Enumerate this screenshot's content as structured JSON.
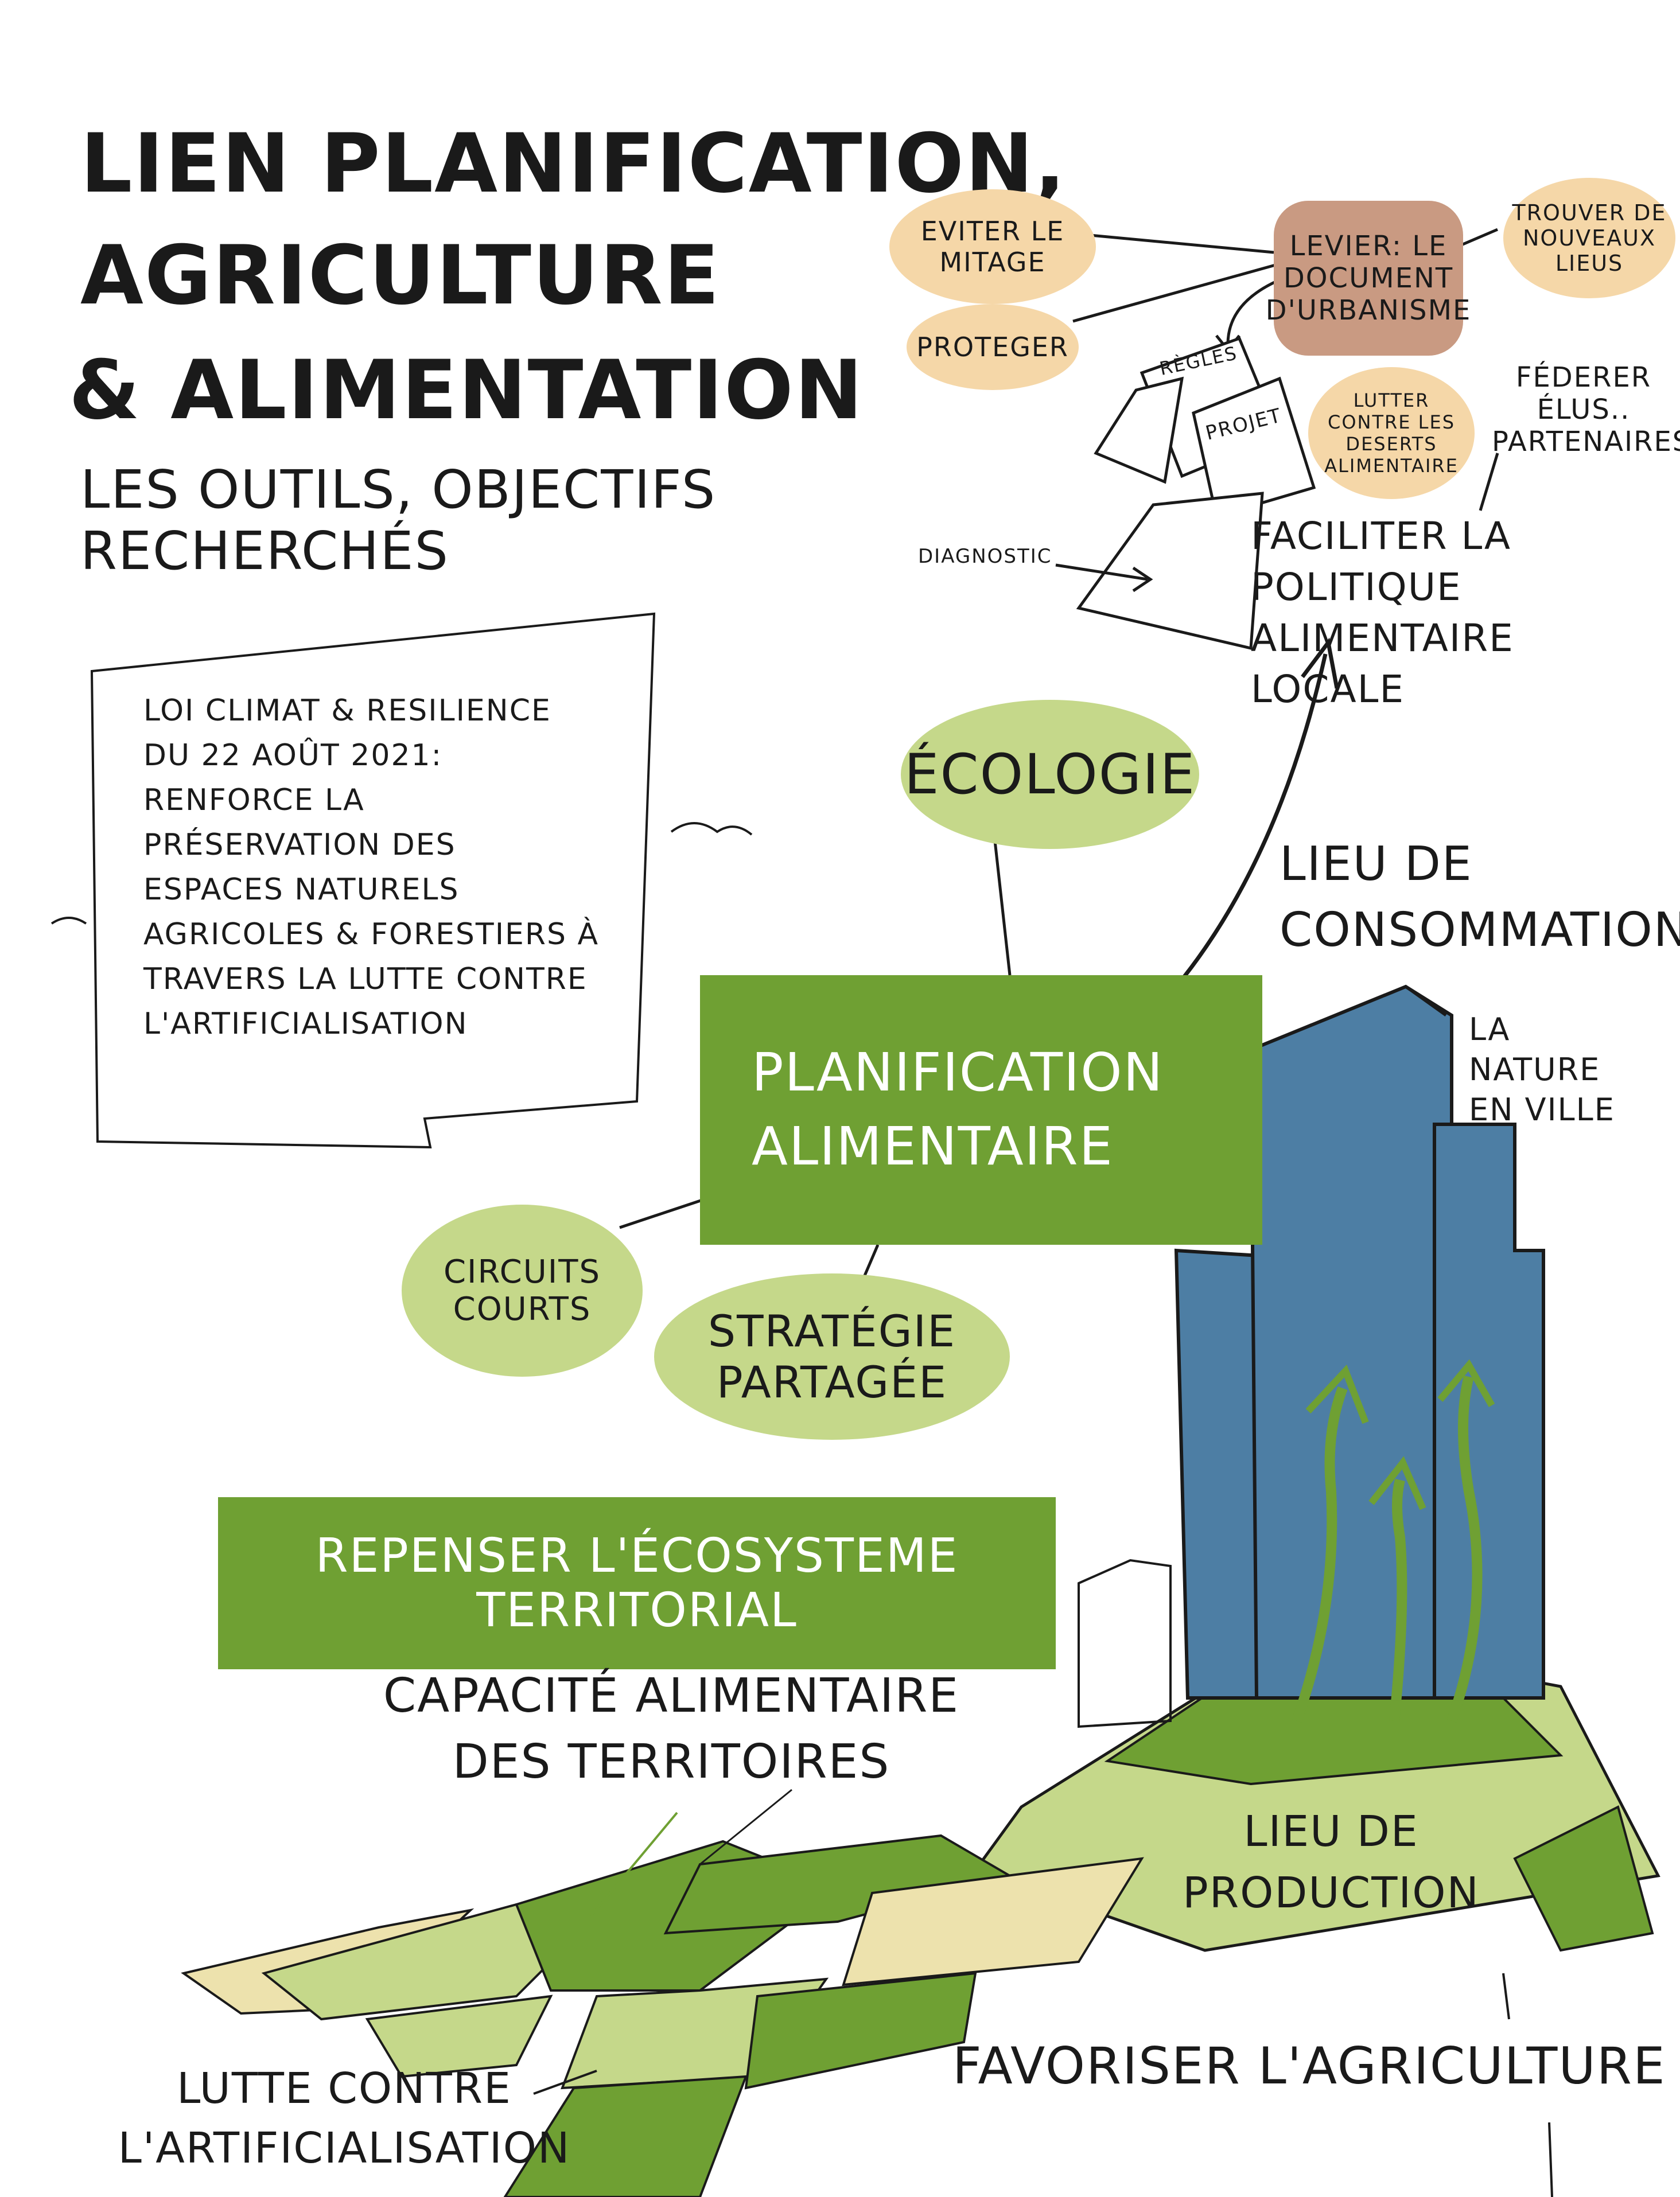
{
  "title": {
    "line1": "Lien planification,",
    "line2": "agriculture",
    "line3": "& alimentation",
    "subtitle": "Les outils, objectifs recherchés"
  },
  "colors": {
    "dark_green": "#6fa033",
    "light_green": "#c5d88a",
    "pale_yellow": "#ede2ad",
    "peach": "#f5d7a8",
    "brown": "#c99a82",
    "building_blue": "#4d7ea4"
  },
  "top_cluster": {
    "eviter": "Eviter le mitage",
    "proteger": "Proteger",
    "levier": "Levier: le document d'urbanisme",
    "trouver": "Trouver de nouveaux lieus",
    "lutter": "Lutter contre les deserts alimentaire",
    "federer": "Féderer élus.. partenaires",
    "regles": "Règles",
    "projet": "Projet",
    "diagnostic": "Diagnostic",
    "faciliter": "Faciliter la politique alimentaire locale"
  },
  "loi_box": {
    "text": "Loi Climat & Resilience du 22 août 2021: renforce la préservation des espaces naturels agricoles & forestiers à travers la lutte contre l'artificialisation"
  },
  "center": {
    "ecologie": "Écologie",
    "planification": "Planification alimentaire",
    "circuits": "Circuits courts",
    "strategie": "Stratégie partagée",
    "lieu_consommation": "Lieu de consommation",
    "nature_ville": "La nature en ville"
  },
  "bottom": {
    "repenser": "Repenser l'écosysteme territorial",
    "capacite": "Capacité alimentaire des territoires",
    "lieu_production": "Lieu de production",
    "favoriser": "Favoriser l'agriculture",
    "lutte": "Lutte contre l'artificialisation"
  }
}
